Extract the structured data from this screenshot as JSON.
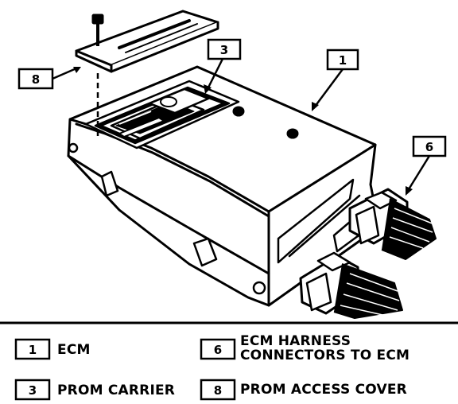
{
  "callouts": [
    "1",
    "3",
    "6",
    "8"
  ],
  "legend": [
    {
      "number": "1",
      "text": "ECM"
    },
    {
      "number": "6",
      "text_lines": [
        "ECM HARNESS",
        "CONNECTORS TO ECM"
      ]
    },
    {
      "number": "3",
      "text": "PROM CARRIER"
    },
    {
      "number": "8",
      "text": "PROM ACCESS COVER"
    }
  ]
}
